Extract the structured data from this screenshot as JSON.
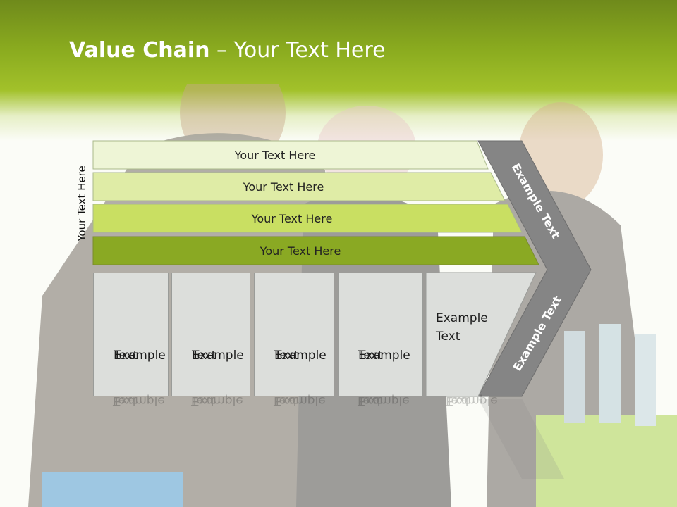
{
  "slide": {
    "title_bold": "Value Chain",
    "title_rest": " – Your Text Here",
    "vertical_label": "Your Text Here",
    "bands": [
      {
        "label": "Your Text Here",
        "color": "#eef5d6"
      },
      {
        "label": "Your Text Here",
        "color": "#dfeca6"
      },
      {
        "label": "Your Text Here",
        "color": "#c9df62"
      },
      {
        "label": "Your Text Here",
        "color": "#8aa923"
      }
    ],
    "boxes": [
      {
        "line1": "Example",
        "line2": "Text"
      },
      {
        "line1": "Example",
        "line2": "Text"
      },
      {
        "line1": "Example",
        "line2": "Text"
      },
      {
        "line1": "Example",
        "line2": "Text"
      },
      {
        "line1": "Example",
        "line2": "Text"
      }
    ],
    "chevron_top_text": "Example Text",
    "chevron_bottom_text": "Example Text",
    "chevron_color": "#858585",
    "accent_color": "#8aab1f"
  }
}
